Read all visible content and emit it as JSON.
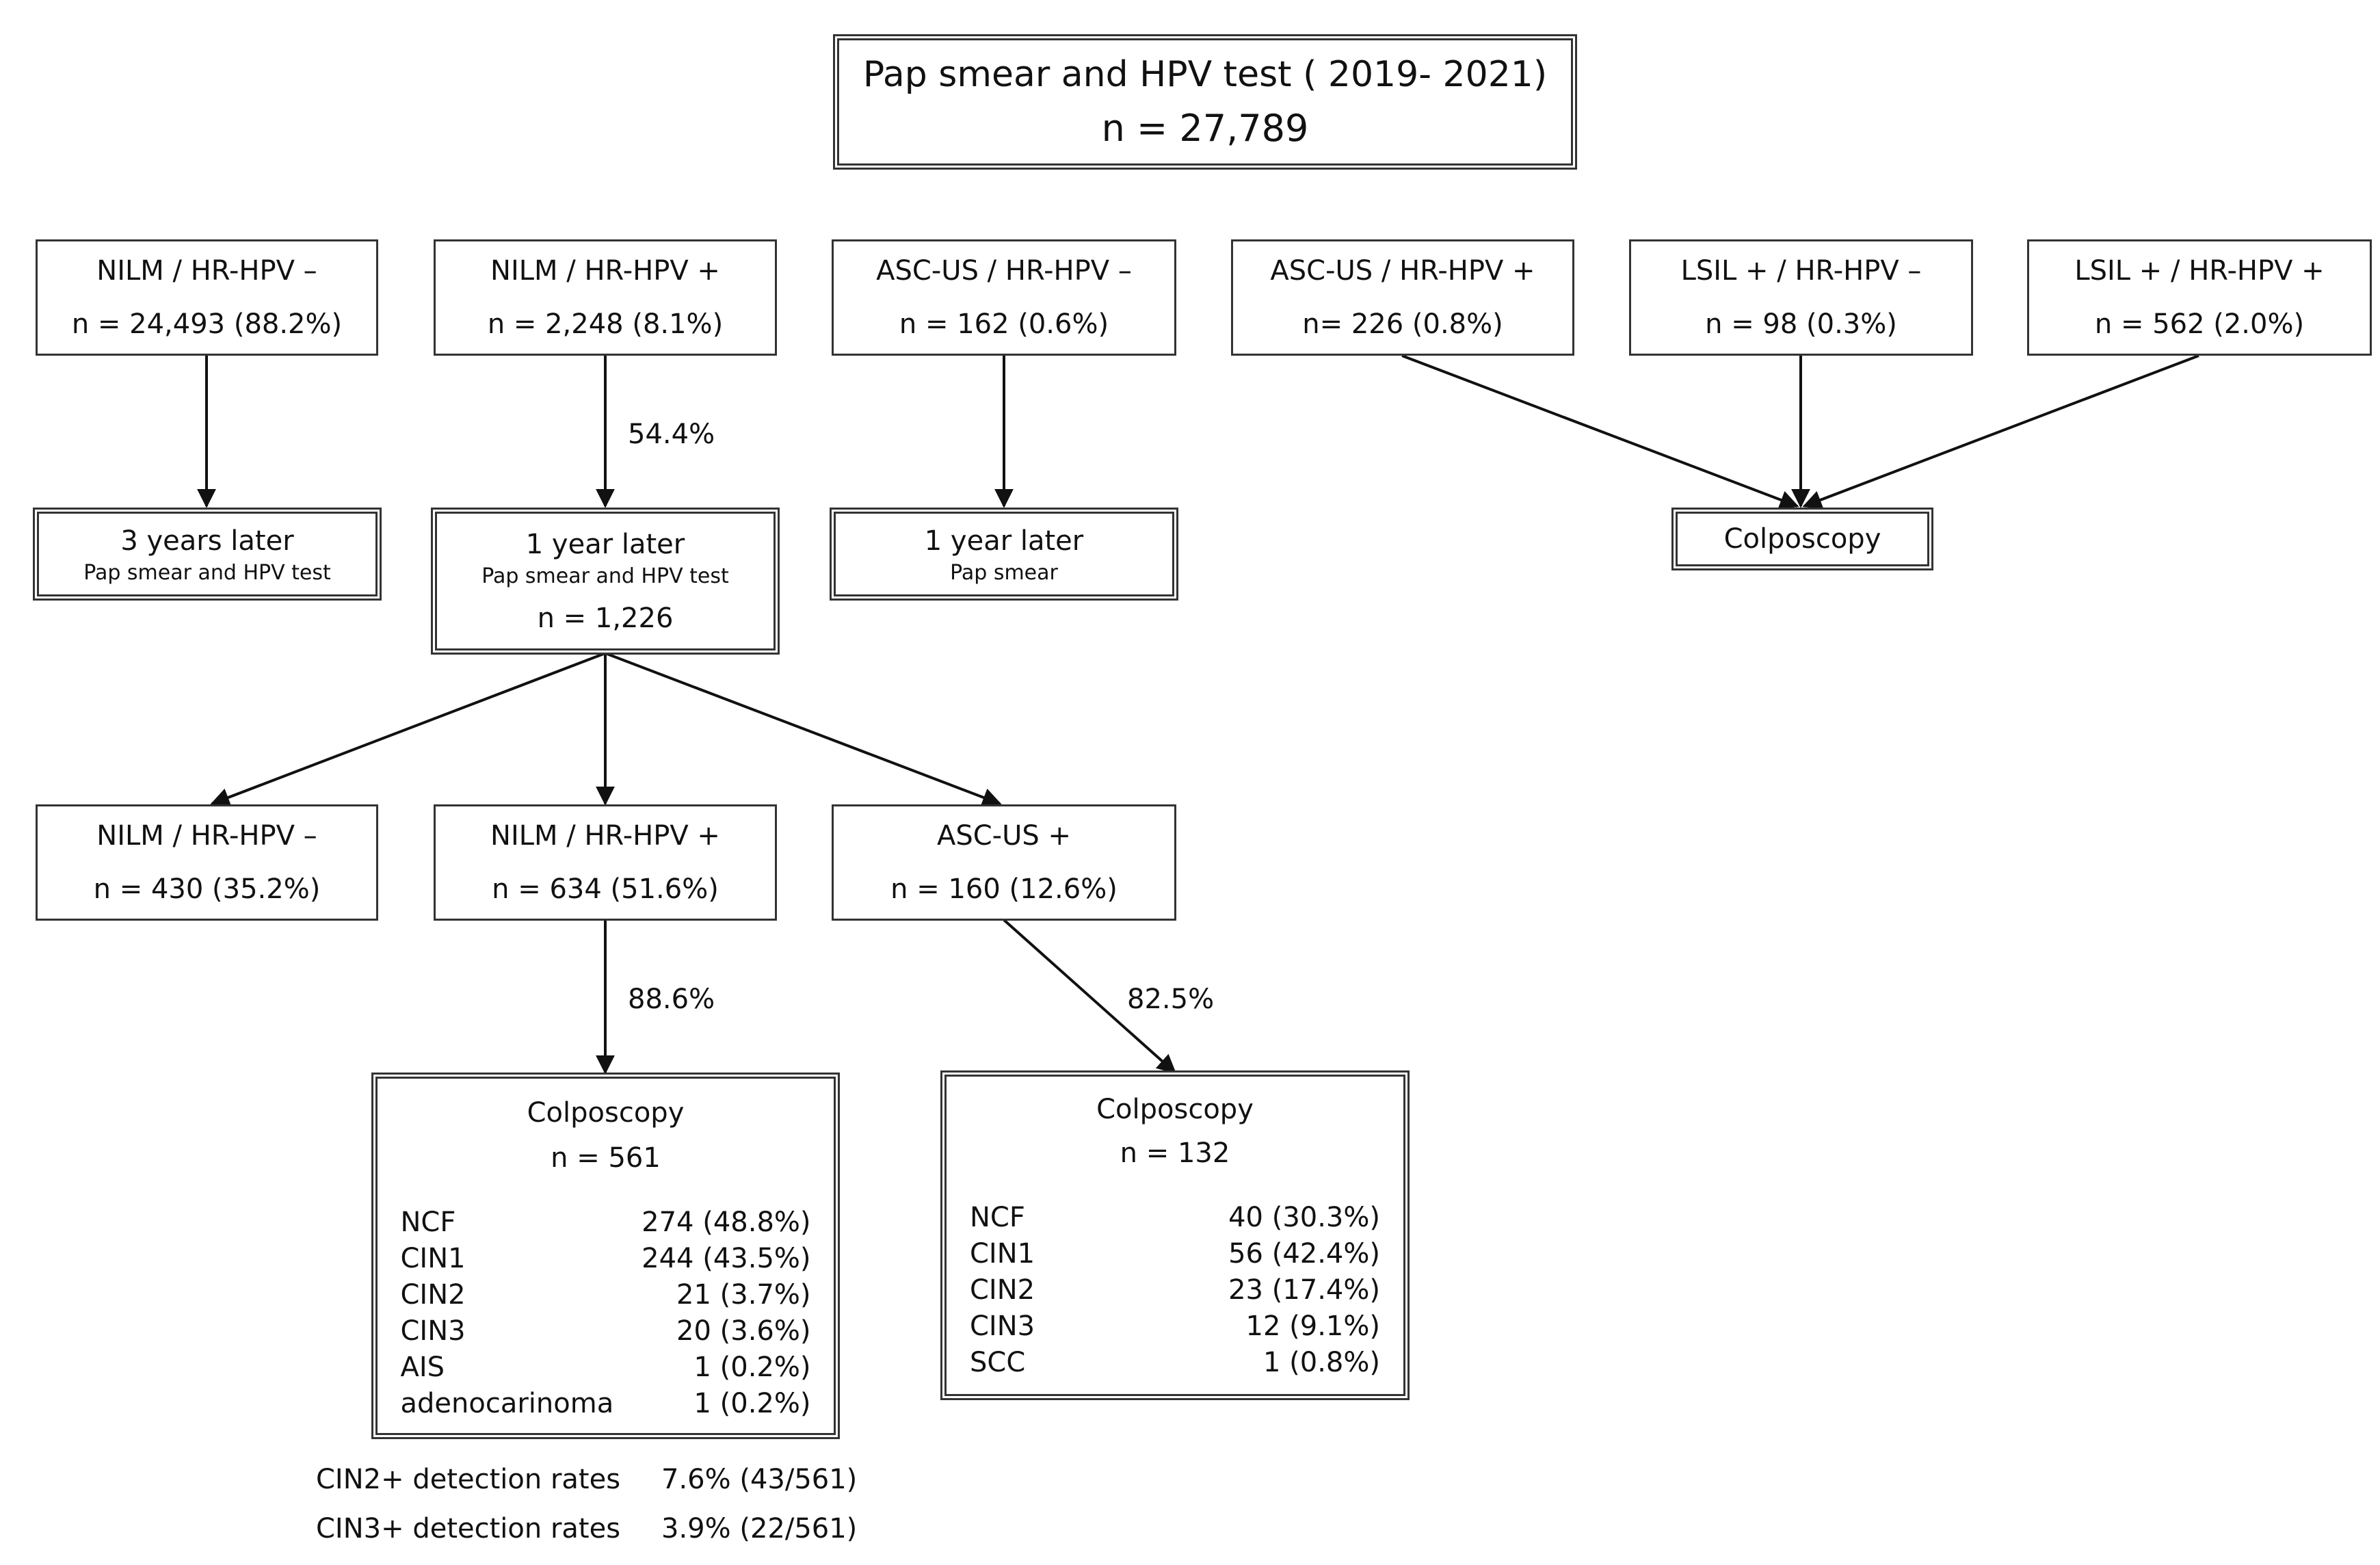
{
  "top": {
    "title": "Pap smear and HPV test ( 2019- 2021)",
    "n": "n = 27,789"
  },
  "row1": [
    {
      "cat": "NILM / HR-HPV –",
      "n": "n = 24,493 (88.2%)"
    },
    {
      "cat": "NILM / HR-HPV +",
      "n": "n = 2,248 (8.1%)"
    },
    {
      "cat": "ASC-US / HR-HPV –",
      "n": "n = 162 (0.6%)"
    },
    {
      "cat": "ASC-US / HR-HPV +",
      "n": "n= 226 (0.8%)"
    },
    {
      "cat": "LSIL + / HR-HPV –",
      "n": "n = 98 (0.3%)"
    },
    {
      "cat": "LSIL + / HR-HPV +",
      "n": "n = 562 (2.0%)"
    }
  ],
  "row2": [
    {
      "title": "3 years later",
      "sub": "Pap smear and HPV test"
    },
    {
      "title": "1 year later",
      "sub": "Pap smear and HPV test",
      "n": "n = 1,226"
    },
    {
      "title": "1 year later",
      "sub": "Pap smear"
    },
    {
      "title": "Colposcopy"
    }
  ],
  "row3": [
    {
      "cat": "NILM / HR-HPV –",
      "n": "n = 430 (35.2%)"
    },
    {
      "cat": "NILM / HR-HPV +",
      "n": "n = 634 (51.6%)"
    },
    {
      "cat": "ASC-US +",
      "n": "n = 160 (12.6%)"
    }
  ],
  "percentages": {
    "p1": "54.4%",
    "p2": "88.6%",
    "p3": "82.5%"
  },
  "colpo_a": {
    "title": "Colposcopy",
    "n": "n = 561",
    "results": [
      {
        "label": "NCF",
        "value": "274 (48.8%)"
      },
      {
        "label": "CIN1",
        "value": "244 (43.5%)"
      },
      {
        "label": "CIN2",
        "value": "21 (3.7%)"
      },
      {
        "label": "CIN3",
        "value": "20 (3.6%)"
      },
      {
        "label": "AIS",
        "value": "1 (0.2%)"
      },
      {
        "label": "adenocarinoma",
        "value": "1 (0.2%)"
      }
    ]
  },
  "colpo_b": {
    "title": "Colposcopy",
    "n": "n = 132",
    "results": [
      {
        "label": "NCF",
        "value": "40 (30.3%)"
      },
      {
        "label": "CIN1",
        "value": "56 (42.4%)"
      },
      {
        "label": "CIN2",
        "value": "23 (17.4%)"
      },
      {
        "label": "CIN3",
        "value": "12 (9.1%)"
      },
      {
        "label": "SCC",
        "value": "1 (0.8%)"
      }
    ]
  },
  "rates": [
    {
      "label": "CIN2+ detection rates",
      "value": "7.6% (43/561)"
    },
    {
      "label": "CIN3+ detection rates",
      "value": "3.9% (22/561)"
    }
  ],
  "colors": {
    "line": "#111111",
    "border": "#333333"
  }
}
